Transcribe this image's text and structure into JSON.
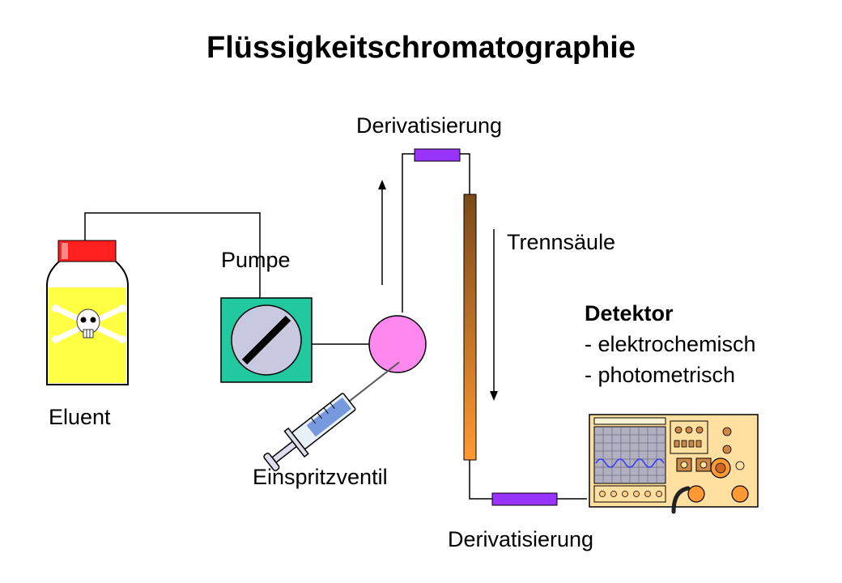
{
  "title": "Flüssigkeitschromatographie",
  "labels": {
    "eluent": "Eluent",
    "pump": "Pumpe",
    "injector": "Einspritzventil",
    "derivatization_top": "Derivatisierung",
    "derivatization_bottom": "Derivatisierung",
    "column": "Trennsäule"
  },
  "detector": {
    "heading": "Detektor",
    "items": [
      "- elektrochemisch",
      "- photometrisch"
    ]
  },
  "colors": {
    "bottle_liquid": "#ffff44",
    "bottle_cap": "#ff2020",
    "pump_body": "#22c8a0",
    "injector_valve": "#ff88ee",
    "derivatization_block": "#9933ff",
    "column_top": "#7a4a1a",
    "column_bottom": "#ff9933",
    "detector_panel": "#ffe0a0",
    "detector_screen": "#b0b0c0",
    "detector_trace": "#3333ff"
  },
  "icons": {
    "bottle": "poison-bottle-icon",
    "skull": "skull-crossbones-icon",
    "syringe": "syringe-icon",
    "detector": "detector-device-icon"
  }
}
